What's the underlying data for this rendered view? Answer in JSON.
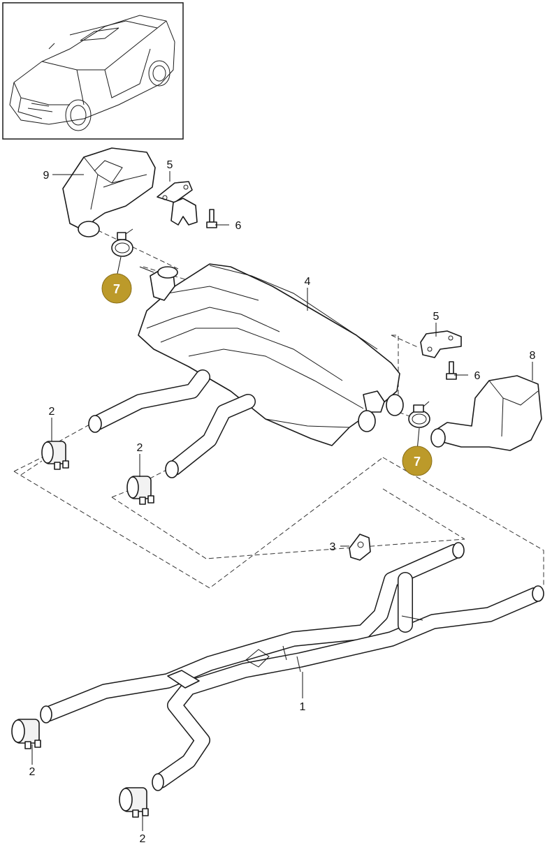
{
  "inset": {
    "alt": "vehicle overview"
  },
  "colors": {
    "callout_fill": "#bc9a2a",
    "line": "#1a1a1a",
    "background": "#ffffff"
  },
  "labels": {
    "pipe_front": "1",
    "clamp_left_top": "2",
    "clamp_mid": "2",
    "clamp_low_left": "2",
    "clamp_bottom": "2",
    "rubber_mount": "3",
    "silencer": "4",
    "bracket_left": "5",
    "bracket_right": "5",
    "screw_left": "6",
    "screw_right": "6",
    "callout_left": "7",
    "callout_right": "7",
    "tailpipe_right": "8",
    "tailpipe_left": "9"
  }
}
